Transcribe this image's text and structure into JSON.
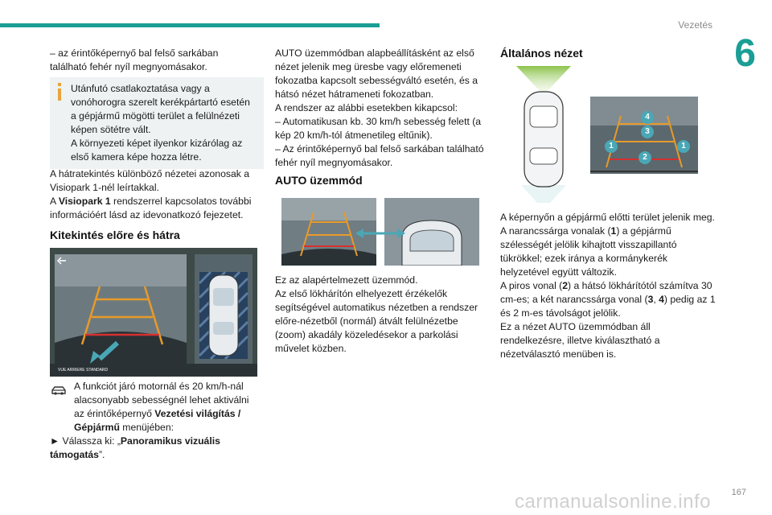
{
  "header": {
    "section": "Vezetés",
    "chapter": "6"
  },
  "col1": {
    "p1": "– az érintőképernyő bal felső sarkában található fehér nyíl megnyomásakor.",
    "note": "Utánfutó csatlakoztatása vagy a vonóhorogra szerelt kerékpártartó esetén a gépjármű mögötti terület a felülnézeti képen sötétre vált.\nA környezeti képet ilyenkor kizárólag az első kamera képe hozza létre.",
    "p2a": "A hátratekintés különböző nézetei azonosak a Visiopark 1-nél leírtakkal.",
    "p2b_pre": "A ",
    "p2b_bold": "Visiopark 1",
    "p2b_post": " rendszerrel kapcsolatos további információért lásd az idevonatkozó fejezetet.",
    "heading": "Kitekintés előre és hátra",
    "figure_caption": "VUE ARRIERE STANDARD",
    "note2": "A funkciót járó motornál és 20 km/h-nál alacsonyabb sebességnél lehet aktiválni az érintőképernyő ",
    "note2_bold": "Vezetési világítás / Gépjármű",
    "note2_post": " menüjében:",
    "step_pre": "► Válassza ki: „",
    "step_bold": "Panoramikus vizuális támogatás",
    "step_post": "”."
  },
  "col2": {
    "p1": "AUTO üzemmódban alapbeállításként az első nézet jelenik meg üresbe vagy előremeneti fokozatba kapcsolt sebességváltó esetén, és a hátsó nézet hátrameneti fokozatban.",
    "p2": "A rendszer az alábbi esetekben kikapcsol:",
    "p3": "– Automatikusan kb. 30 km/h sebesség felett (a kép 20 km/h-tól átmenetileg eltűnik).",
    "p4": "– Az érintőképernyő bal felső sarkában található fehér nyíl megnyomásakor.",
    "heading": "AUTO üzemmód",
    "p5": "Ez az alapértelmezett üzemmód.",
    "p6": "Az első lökhárítón elhelyezett érzékelők segítségével automatikus nézetben a rendszer előre-nézetből (normál) átvált felülnézetbe (zoom) akadály közeledésekor a parkolási művelet közben."
  },
  "col3": {
    "heading": "Általános nézet",
    "labels": {
      "l1": "1",
      "l2": "2",
      "l3": "3",
      "l4": "4"
    },
    "p1": "A képernyőn a gépjármű előtti terület jelenik meg.",
    "p2_pre": "A narancssárga vonalak (",
    "p2_b1": "1",
    "p2_post": ") a gépjármű szélességét jelölik kihajtott visszapillantó tükrökkel; ezek iránya a kormánykerék helyzetével együtt változik.",
    "p3_pre": "A piros vonal (",
    "p3_b1": "2",
    "p3_mid": ") a hátsó lökhárítótól számítva 30 cm-es; a két narancssárga vonal (",
    "p3_b2": "3",
    "p3_sep": ", ",
    "p3_b3": "4",
    "p3_post": ") pedig az 1 és 2 m-es távolságot jelölik.",
    "p4": "Ez a nézet AUTO üzemmódban áll rendelkezésre, illetve kiválasztható a nézetválasztó menüben is."
  },
  "footer": {
    "page": "167",
    "watermark": "carmanualsonline.info"
  },
  "colors": {
    "accent": "#1a9e95",
    "orange": "#e89a2a",
    "red": "#d63030",
    "note_bg": "#eef2f2"
  }
}
